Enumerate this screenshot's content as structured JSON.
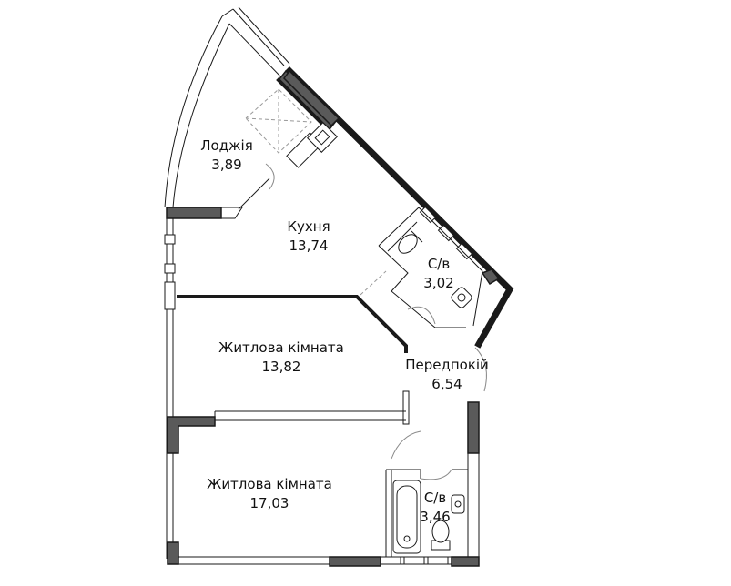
{
  "rooms": {
    "loggia": {
      "name": "Лоджія",
      "area": "3,89"
    },
    "kitchen": {
      "name": "Кухня",
      "area": "13,74"
    },
    "wc1": {
      "name": "С/в",
      "area": "3,02"
    },
    "living1": {
      "name": "Житлова кімната",
      "area": "13,82"
    },
    "hallway": {
      "name": "Передпокій",
      "area": "6,54"
    },
    "living2": {
      "name": "Житлова кімната",
      "area": "17,03"
    },
    "wc2": {
      "name": "С/в",
      "area": "3,46"
    }
  },
  "colors": {
    "wall": "#1a1a1a",
    "hatch": "#5a5a5a",
    "background": "#ffffff"
  }
}
